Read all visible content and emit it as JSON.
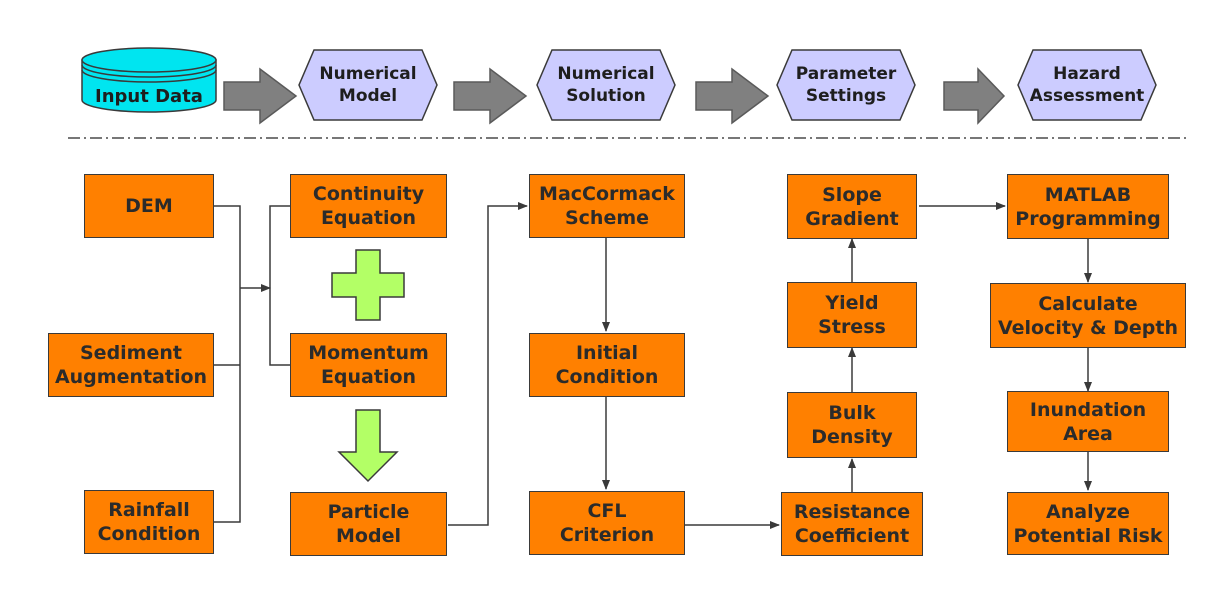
{
  "pipeline": {
    "input": "Input Data",
    "stages": [
      "Numerical\nModel",
      "Numerical\nSolution",
      "Parameter\nSettings",
      "Hazard\nAssessment"
    ]
  },
  "boxes": {
    "dem": "DEM",
    "sediment": "Sediment\nAugmentation",
    "rainfall": "Rainfall\nCondition",
    "continuity": "Continuity\nEquation",
    "momentum": "Momentum\nEquation",
    "particle": "Particle\nModel",
    "maccormack": "MacCormack\nScheme",
    "initial": "Initial\nCondition",
    "cfl": "CFL\nCriterion",
    "resistance": "Resistance\nCoefficient",
    "bulk": "Bulk\nDensity",
    "yield": "Yield\nStress",
    "slope": "Slope\nGradient",
    "matlab": "MATLAB\nProgramming",
    "velocity": "Calculate\nVelocity & Depth",
    "inundation": "Inundation\nArea",
    "risk": "Analyze\nPotential Risk"
  },
  "colors": {
    "box_fill": "#ff8000",
    "hex_fill": "#ccccff",
    "cylinder_fill": "#00e5f0",
    "plus_arrow_fill": "#b3ff66",
    "gray_arrow": "#808080"
  }
}
